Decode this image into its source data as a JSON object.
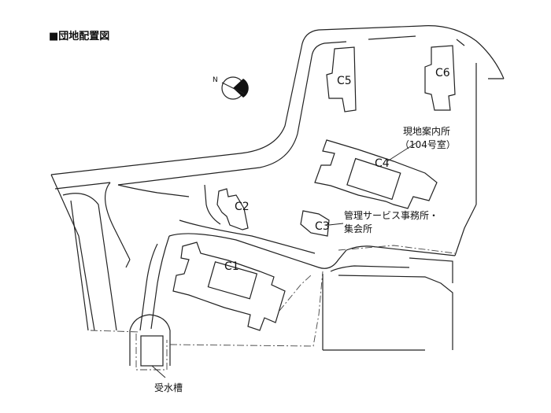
{
  "map": {
    "title": "■団地配置図",
    "north_label": "N",
    "buildings": [
      {
        "id": "c1",
        "label": "C1"
      },
      {
        "id": "c2",
        "label": "C2"
      },
      {
        "id": "c3",
        "label": "C3"
      },
      {
        "id": "c4",
        "label": "C4"
      },
      {
        "id": "c5",
        "label": "C5"
      },
      {
        "id": "c6",
        "label": "C6"
      }
    ],
    "annotations": {
      "site_office_line1": "現地案内所",
      "site_office_line2": "（104号室）",
      "management_line1": "管理サービス事務所・",
      "management_line2": "集会所",
      "water_tank": "受水槽"
    }
  }
}
